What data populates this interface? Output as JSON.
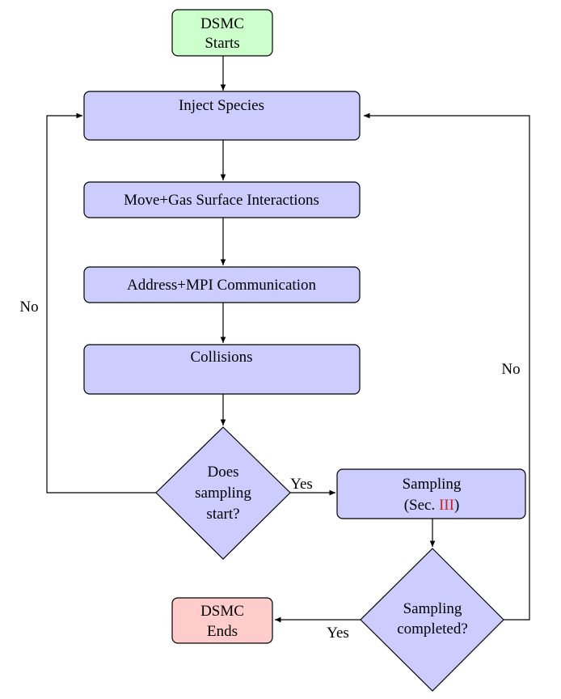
{
  "nodes": {
    "start": {
      "line1": "DSMC",
      "line2": "Starts",
      "fill": "#ccffcc"
    },
    "inject": {
      "label": "Inject Species",
      "fill": "#ccccff"
    },
    "move": {
      "label": "Move+Gas Surface Interactions",
      "fill": "#ccccff"
    },
    "address": {
      "label": "Address+MPI Communication",
      "fill": "#ccccff"
    },
    "collisions": {
      "label": "Collisions",
      "fill": "#ccccff"
    },
    "decision_start": {
      "line1": "Does",
      "line2": "sampling",
      "line3": "start?",
      "fill": "#ccccff"
    },
    "sampling": {
      "line1": "Sampling",
      "ref_prefix": "(Sec. ",
      "ref": "III",
      "ref_suffix": ")",
      "ref_color": "#cc2222",
      "fill": "#ccccff"
    },
    "decision_done": {
      "line1": "Sampling",
      "line2": "completed?",
      "fill": "#ccccff"
    },
    "end": {
      "line1": "DSMC",
      "line2": "Ends",
      "fill": "#ffcccc"
    }
  },
  "edges": {
    "no_left": "No",
    "yes_mid": "Yes",
    "no_right": "No",
    "yes_bottom": "Yes"
  }
}
